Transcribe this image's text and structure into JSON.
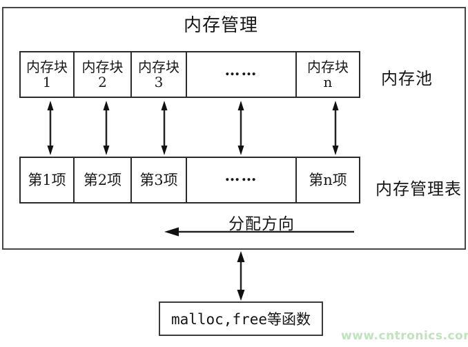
{
  "diagram": {
    "title": "内存管理",
    "pool_row": {
      "label": "内存池",
      "cells": [
        {
          "name": "内存块",
          "index": "1"
        },
        {
          "name": "内存块",
          "index": "2"
        },
        {
          "name": "内存块",
          "index": "3"
        },
        {
          "dots": "……"
        },
        {
          "name": "内存块",
          "index": "n"
        }
      ]
    },
    "table_row": {
      "label": "内存管理表",
      "cells": [
        "第1项",
        "第2项",
        "第3项",
        "……",
        "第n项"
      ]
    },
    "allocation_label": "分配方向",
    "function_box_label": "malloc,free等函数",
    "colors": {
      "line": "#2a2a2a",
      "frame_border": "#454545",
      "text": "#1c1c1c",
      "watermark": "#bfe3ba"
    }
  },
  "watermark": "www.cntronics.com"
}
